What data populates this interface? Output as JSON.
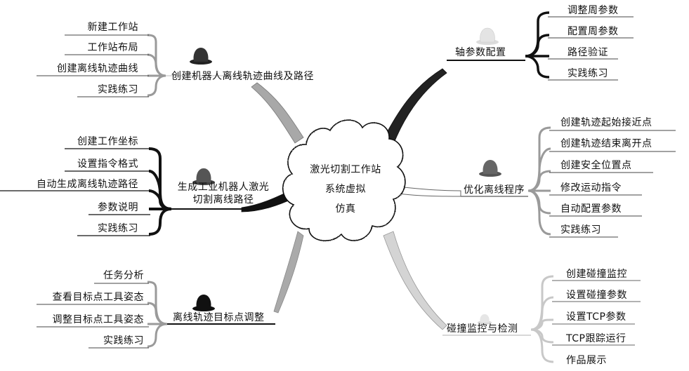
{
  "center": {
    "lines": [
      "激光切割工作站",
      "系统虚拟",
      "仿真"
    ]
  },
  "branches": {
    "b1": {
      "title": "创建机器人离线轨迹曲线及路径",
      "items": [
        "新建工作站",
        "工作站布局",
        "创建离线轨迹曲线",
        "实践练习"
      ]
    },
    "b2": {
      "title_lines": [
        "生成工业机器人激光",
        "切割离线路径"
      ],
      "items": [
        "创建工作坐标",
        "设置指令格式",
        "自动生成离线轨迹路径",
        "参数说明",
        "实践练习"
      ]
    },
    "b3": {
      "title": "离线轨迹目标点调整",
      "items": [
        "任务分析",
        "查看目标点工具姿态",
        "调整目标点工具姿态",
        "实践练习"
      ]
    },
    "b4": {
      "title": "轴参数配置",
      "items": [
        "调整周参数",
        "配置周参数",
        "路径验证",
        "实践练习"
      ]
    },
    "b5": {
      "title": "优化离线程序",
      "items": [
        "创建轨迹起始接近点",
        "创建轨迹结束离开点",
        "创建安全位置点",
        "修改运动指令",
        "自动配置参数",
        "实践练习"
      ]
    },
    "b6": {
      "title": "碰撞监控与检测",
      "items": [
        "创建碰撞监控",
        "设置碰撞参数",
        "设置TCP参数",
        "TCP跟踪运行",
        "作品展示"
      ]
    }
  },
  "icons": [
    "hat-icon"
  ],
  "colors": {
    "ink": "#111111",
    "branch_gray": "#9a9a9a",
    "light_gray": "#c8c8c8"
  }
}
